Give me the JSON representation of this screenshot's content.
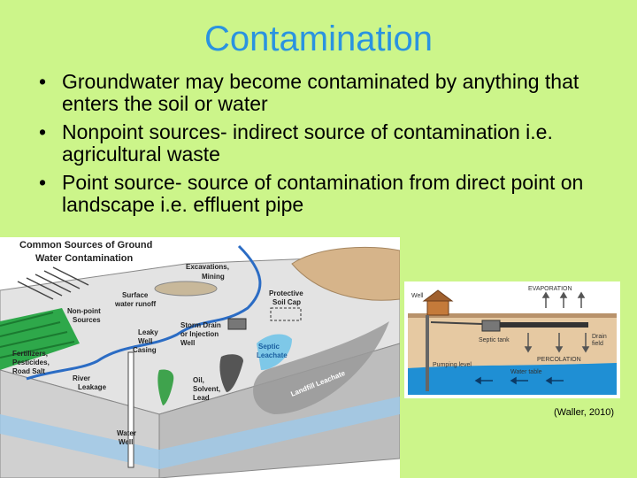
{
  "slide": {
    "title": "Contamination",
    "bullets": [
      "Groundwater may become contaminated by anything that enters the soil or water",
      "Nonpoint sources- indirect source of contamination i.e. agricultural waste",
      "Point source- source of contamination from direct point on landscape i.e. effluent pipe"
    ],
    "citation": "(Waller, 2010)"
  },
  "diagram_left": {
    "heading_line1": "Common Sources of Ground",
    "heading_line2": "Water Contamination",
    "labels": {
      "excavations": "Excavations,",
      "mining": "Mining",
      "surface1": "Surface",
      "surface2": "water runoff",
      "protective1": "Protective",
      "protective2": "Soil Cap",
      "nonpoint1": "Non-point",
      "nonpoint2": "Sources",
      "leaky1": "Leaky",
      "leaky2": "Well",
      "leaky3": "Casing",
      "storm1": "Storm Drain",
      "storm2": "or Injection",
      "storm3": "Well",
      "fert1": "Fertilizers,",
      "fert2": "Pesticides,",
      "fert3": "Road Salt",
      "river1": "River",
      "river2": "Leakage",
      "septic1": "Septic",
      "septic2": "Leachate",
      "oil1": "Oil,",
      "oil2": "Solvent,",
      "oil3": "Lead",
      "landfill": "Landfill Leachate",
      "water1": "Water",
      "water2": "Well"
    }
  },
  "diagram_right": {
    "labels": {
      "well": "Well",
      "evaporation": "EVAPORATION",
      "septic_tank": "Septic tank",
      "drain1": "Drain",
      "drain2": "field",
      "percolation": "PERCOLATION",
      "pumping": "Pumping level",
      "water_table": "Water table"
    }
  }
}
